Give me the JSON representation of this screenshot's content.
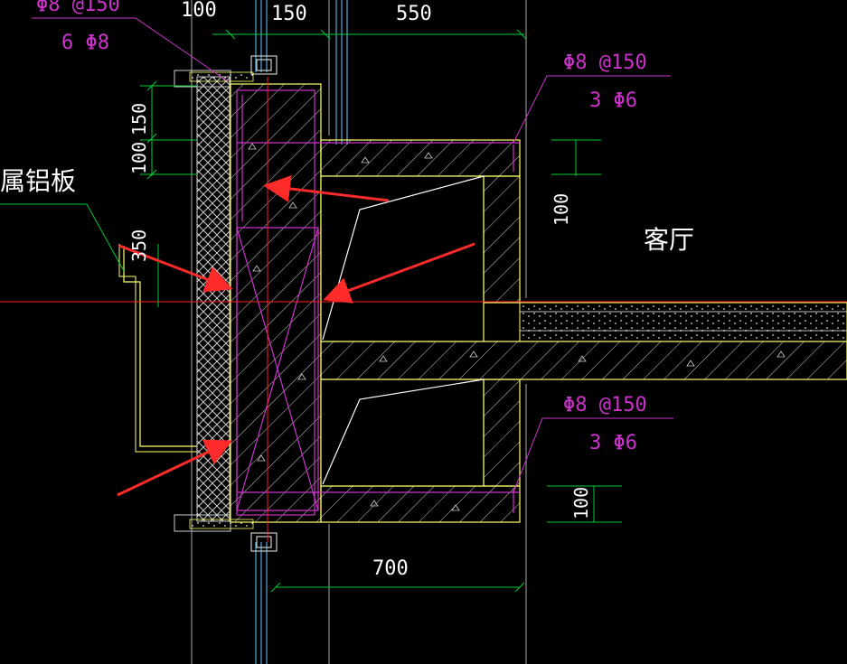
{
  "colors": {
    "background": "#000000",
    "dimension": "#00cc33",
    "rebar_text": "#cc33cc",
    "label_text": "#ffffff",
    "outline": "#ffff66",
    "grid": "#aaaaaa",
    "axis_red": "#ff2020",
    "arrow": "#ff2a2a",
    "glass": "#66ccff"
  },
  "labels": {
    "top_left_dim_100": "100",
    "top_dim_150": "150",
    "top_dim_550": "550",
    "rebar_top_left_line1": "Φ8 @150",
    "rebar_top_left_line2": "6 Φ8",
    "rebar_top_right_line1": "Φ8 @150",
    "rebar_top_right_line2": "3 Φ6",
    "rebar_bottom_right_line1": "Φ8 @150",
    "rebar_bottom_right_line2": "3 Φ6",
    "left_dim_150": "150",
    "left_dim_100": "100",
    "left_dim_350": "350",
    "right_dim_100_upper": "100",
    "right_dim_100_lower": "100",
    "bottom_dim_700": "700",
    "material_label": "属铝板",
    "room_label": "客厅"
  },
  "icons": {
    "arrows": "red-pointer-arrow-icon"
  }
}
